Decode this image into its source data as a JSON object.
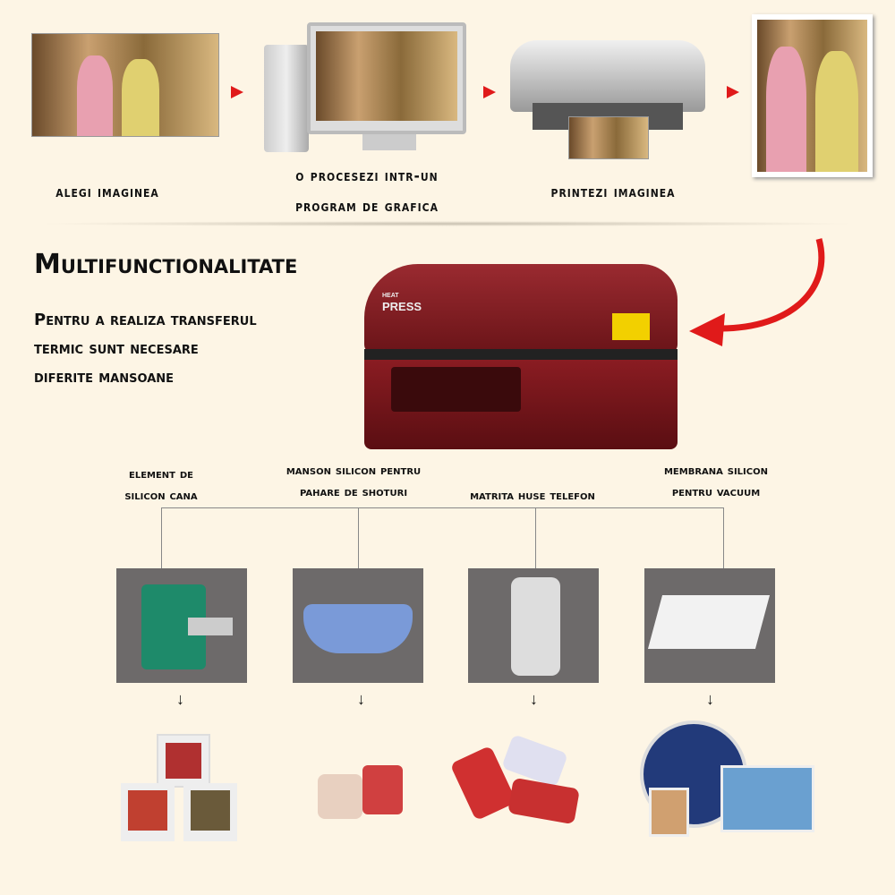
{
  "steps": [
    {
      "caption": "alegi imaginea"
    },
    {
      "caption_line1": "o procesezi intr-un",
      "caption_line2": "program de grafica"
    },
    {
      "caption": "printezi imaginea"
    }
  ],
  "section": {
    "title": "Multifunctionalitate",
    "desc_line1": "Pentru a realiza transferul",
    "desc_line2": "termic sunt necesare",
    "desc_line3": "diferite mansoane"
  },
  "machine": {
    "brand_small": "HEAT",
    "brand_large": "PRESS"
  },
  "accessories": [
    {
      "line1": "element de",
      "line2": "silicon cana"
    },
    {
      "line1": "manson silicon pentru",
      "line2": "pahare de shoturi"
    },
    {
      "line1": "",
      "line2": "matrita huse telefon"
    },
    {
      "line1": "membrana silicon",
      "line2": "pentru vacuum"
    }
  ],
  "colors": {
    "accent": "#e01a1a",
    "machine": "#7a1a1e",
    "box": "#6d6a6a",
    "background": "#fdf5e5"
  }
}
